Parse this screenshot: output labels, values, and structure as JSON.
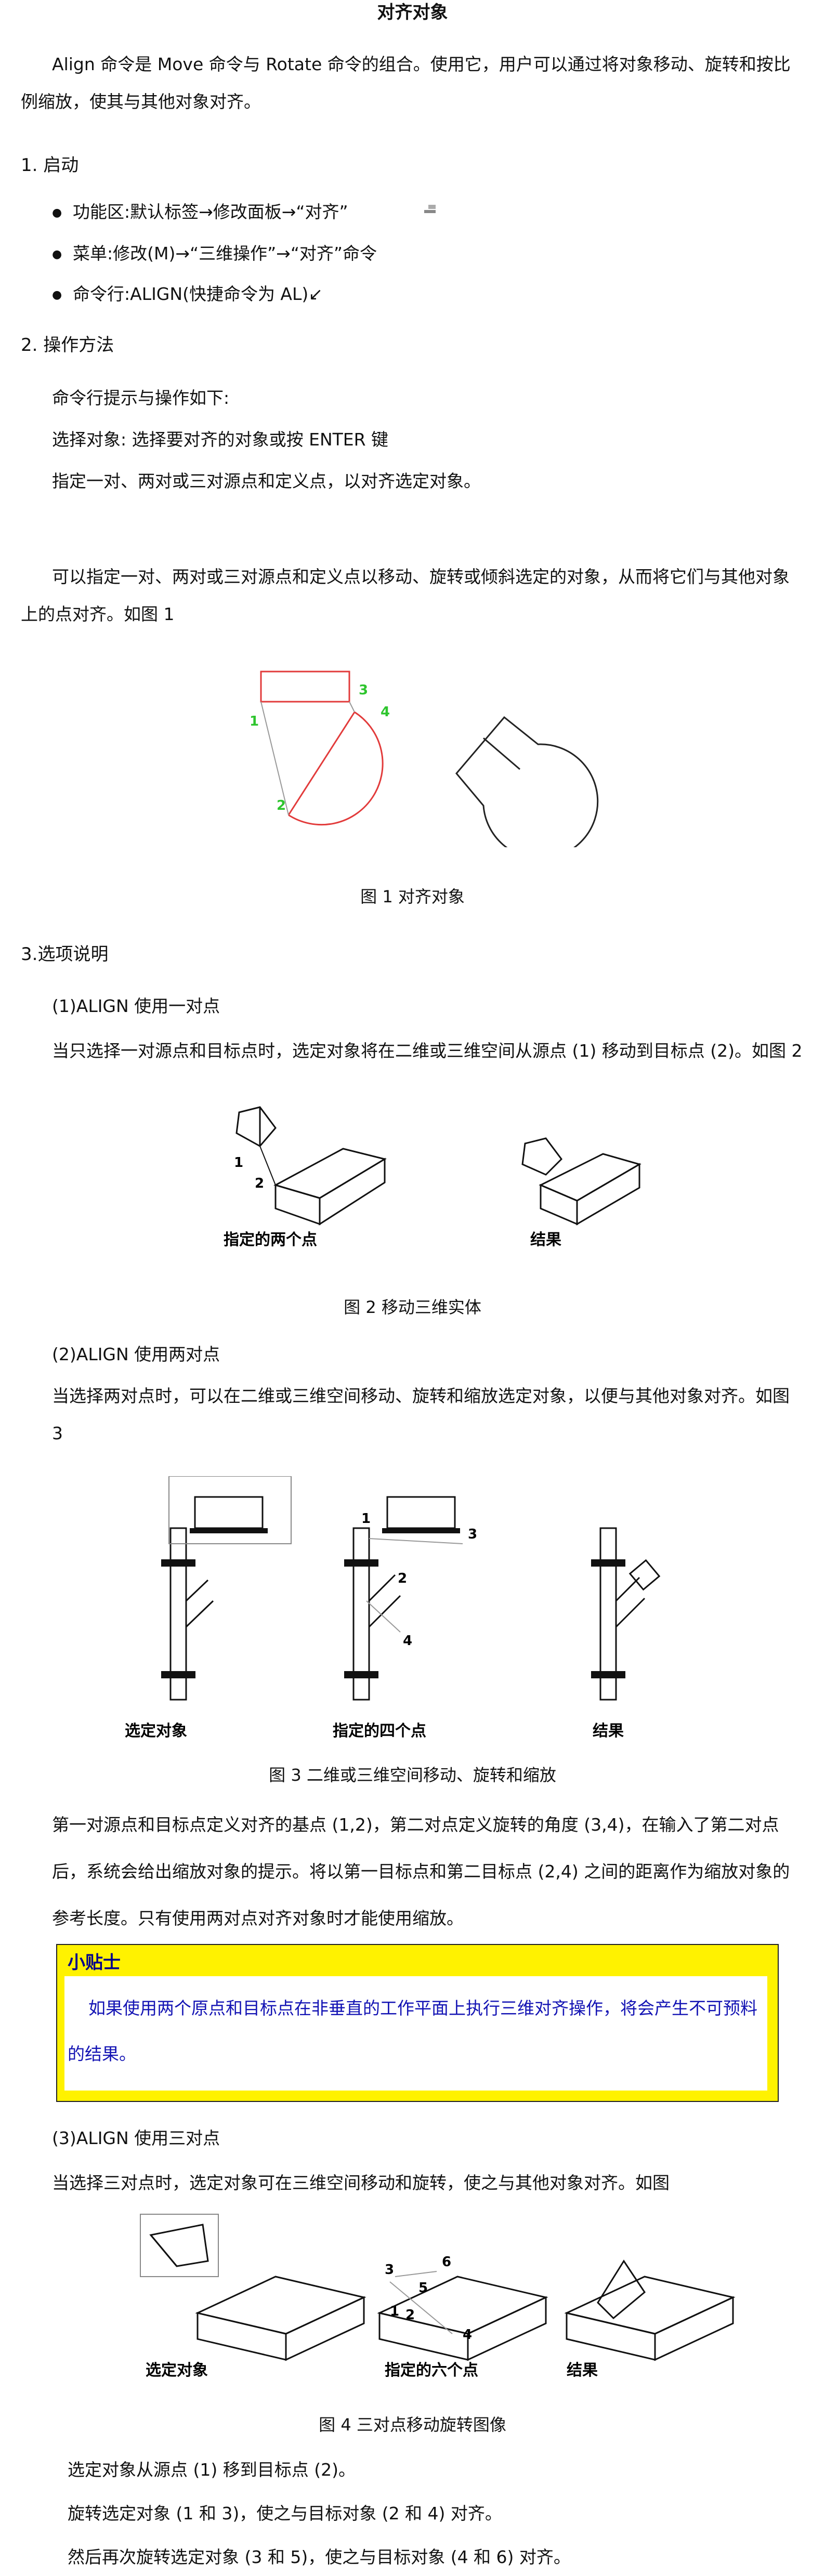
{
  "title": "对齐对象",
  "intro": "Align 命令是 Move 命令与 Rotate 命令的组合。使用它，用户可以通过将对象移动、旋转和按比例缩放，使其与其他对象对齐。",
  "section1": {
    "heading": "1. 启动",
    "items": [
      "功能区:默认标签→修改面板→“对齐”",
      "菜单:修改(M)→“三维操作”→“对齐”命令",
      "命令行:ALIGN(快捷命令为 AL)↙"
    ]
  },
  "section2": {
    "heading": "2. 操作方法",
    "lines": [
      "命令行提示与操作如下:",
      "选择对象:  选择要对齐的对象或按 ENTER 键",
      "指定一对、两对或三对源点和定义点，以对齐选定对象。"
    ],
    "para": "可以指定一对、两对或三对源点和定义点以移动、旋转或倾斜选定的对象，从而将它们与其他对象上的点对齐。如图 1"
  },
  "fig1": {
    "caption": "图 1  对齐对象",
    "labels": [
      "1",
      "2",
      "3",
      "4"
    ],
    "colors": {
      "source": "#e23b3b",
      "marker": "#2ec52e",
      "result": "#222222"
    }
  },
  "section3": {
    "heading": "3.选项说明",
    "opt1_title": "(1)ALIGN 使用一对点",
    "opt1_text": "当只选择一对源点和目标点时，选定对象将在二维或三维空间从源点 (1) 移动到目标点 (2)。如图 2",
    "opt2_title": "(2)ALIGN 使用两对点",
    "opt2_text": "当选择两对点时，可以在二维或三维空间移动、旋转和缩放选定对象，以便与其他对象对齐。如图 3",
    "opt2_para": "第一对源点和目标点定义对齐的基点 (1,2)，第二对点定义旋转的角度 (3,4)，在输入了第二对点后，系统会给出缩放对象的提示。将以第一目标点和第二目标点 (2,4) 之间的距离作为缩放对象的参考长度。只有使用两对点对齐对象时才能使用缩放。",
    "opt3_title": "(3)ALIGN 使用三对点",
    "opt3_text": "当选择三对点时，选定对象可在三维空间移动和旋转，使之与其他对象对齐。如图"
  },
  "fig2": {
    "caption": "图 2  移动三维实体",
    "left_label": "指定的两个点",
    "right_label": "结果",
    "points": [
      "1",
      "2"
    ]
  },
  "fig3": {
    "caption": "图 3  二维或三维空间移动、旋转和缩放",
    "labels": [
      "选定对象",
      "指定的四个点",
      "结果"
    ],
    "points": [
      "1",
      "2",
      "3",
      "4"
    ]
  },
  "tip": {
    "title": "小贴士",
    "text": "如果使用两个原点和目标点在非垂直的工作平面上执行三维对齐操作，将会产生不可预料的结果。"
  },
  "fig4": {
    "caption": "图 4  三对点移动旋转图像",
    "labels": [
      "选定对象",
      "指定的六个点",
      "结果"
    ],
    "points": [
      "1",
      "2",
      "3",
      "4",
      "5",
      "6"
    ]
  },
  "steps": [
    "选定对象从源点 (1) 移到目标点 (2)。",
    "旋转选定对象 (1 和 3)，使之与目标对象 (2 和 4) 对齐。",
    "然后再次旋转选定对象 (3 和 5)，使之与目标对象 (4 和 6) 对齐。"
  ]
}
